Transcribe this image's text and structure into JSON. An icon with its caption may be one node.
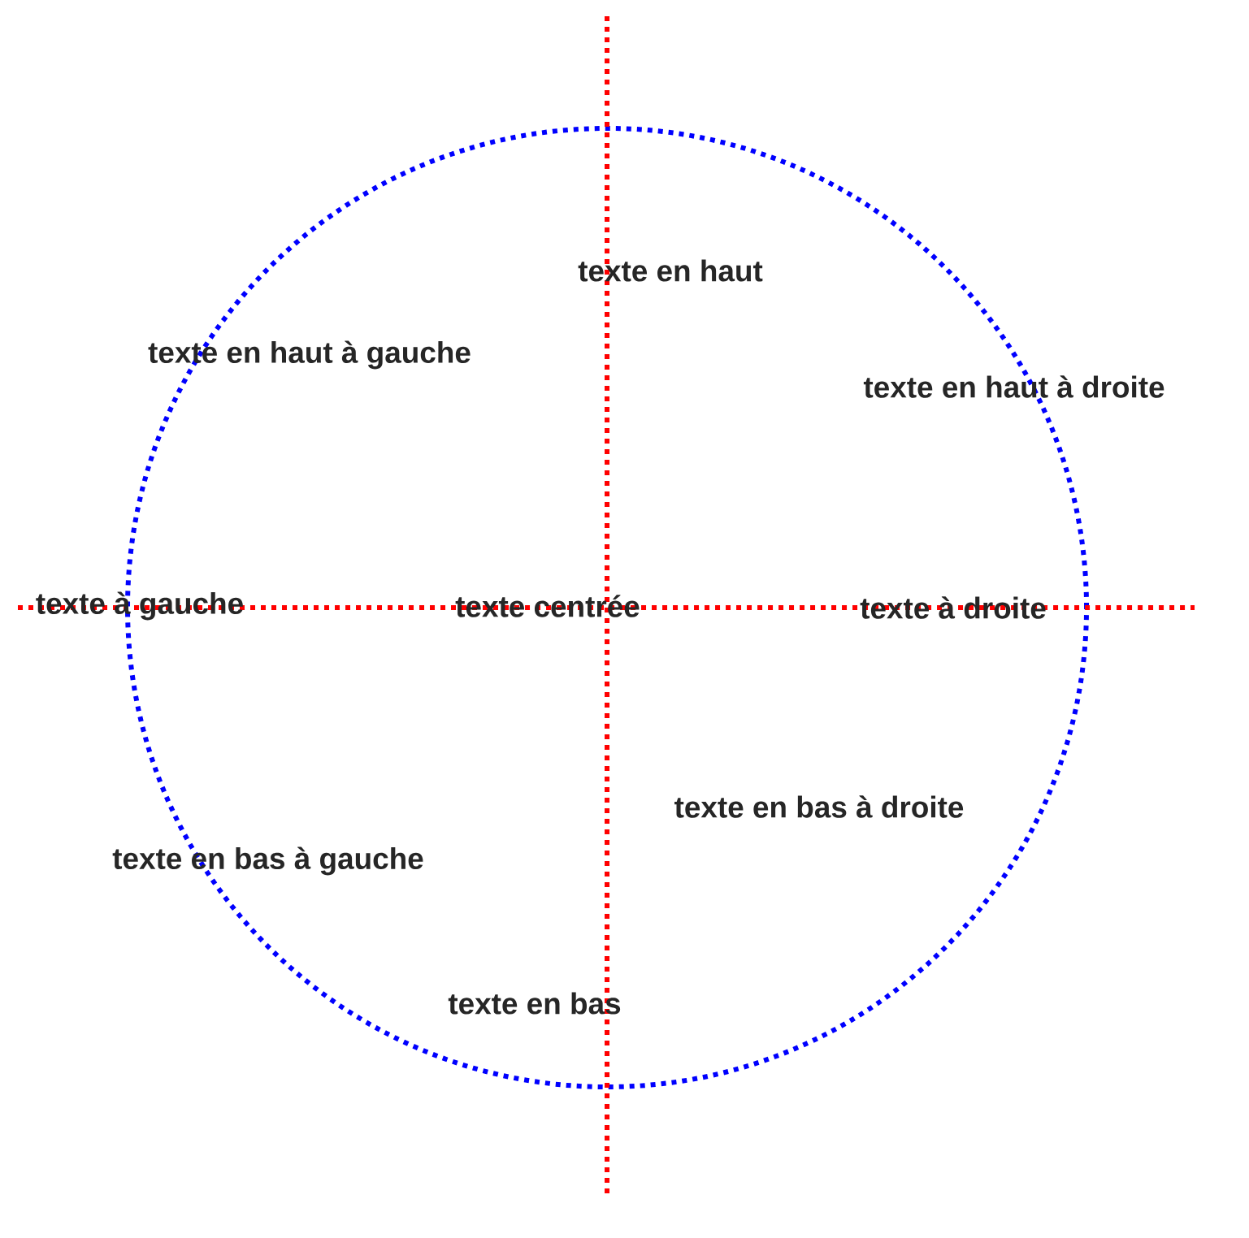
{
  "diagram": {
    "labels": [
      "texte en haut",
      "texte en haut à gauche",
      "texte en haut à droite",
      "texte à gauche",
      "texte centrée",
      "texte à droite",
      "texte en bas à droite",
      "texte en bas à gauche",
      "texte en bas"
    ]
  }
}
